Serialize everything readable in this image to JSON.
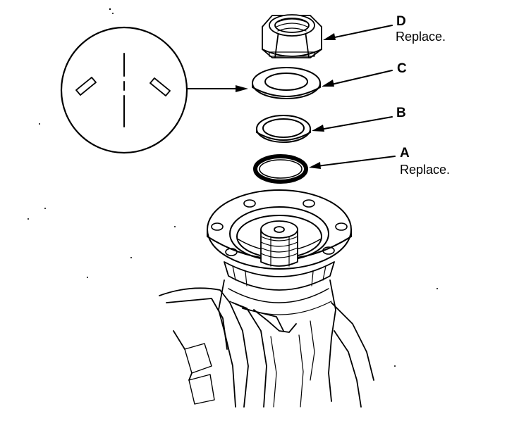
{
  "labels": {
    "d": {
      "letter": "D",
      "note": "Replace."
    },
    "c": {
      "letter": "C"
    },
    "b": {
      "letter": "B"
    },
    "a": {
      "letter": "A",
      "note": "Replace."
    }
  },
  "colors": {
    "ink": "#000000",
    "paper": "#ffffff"
  }
}
